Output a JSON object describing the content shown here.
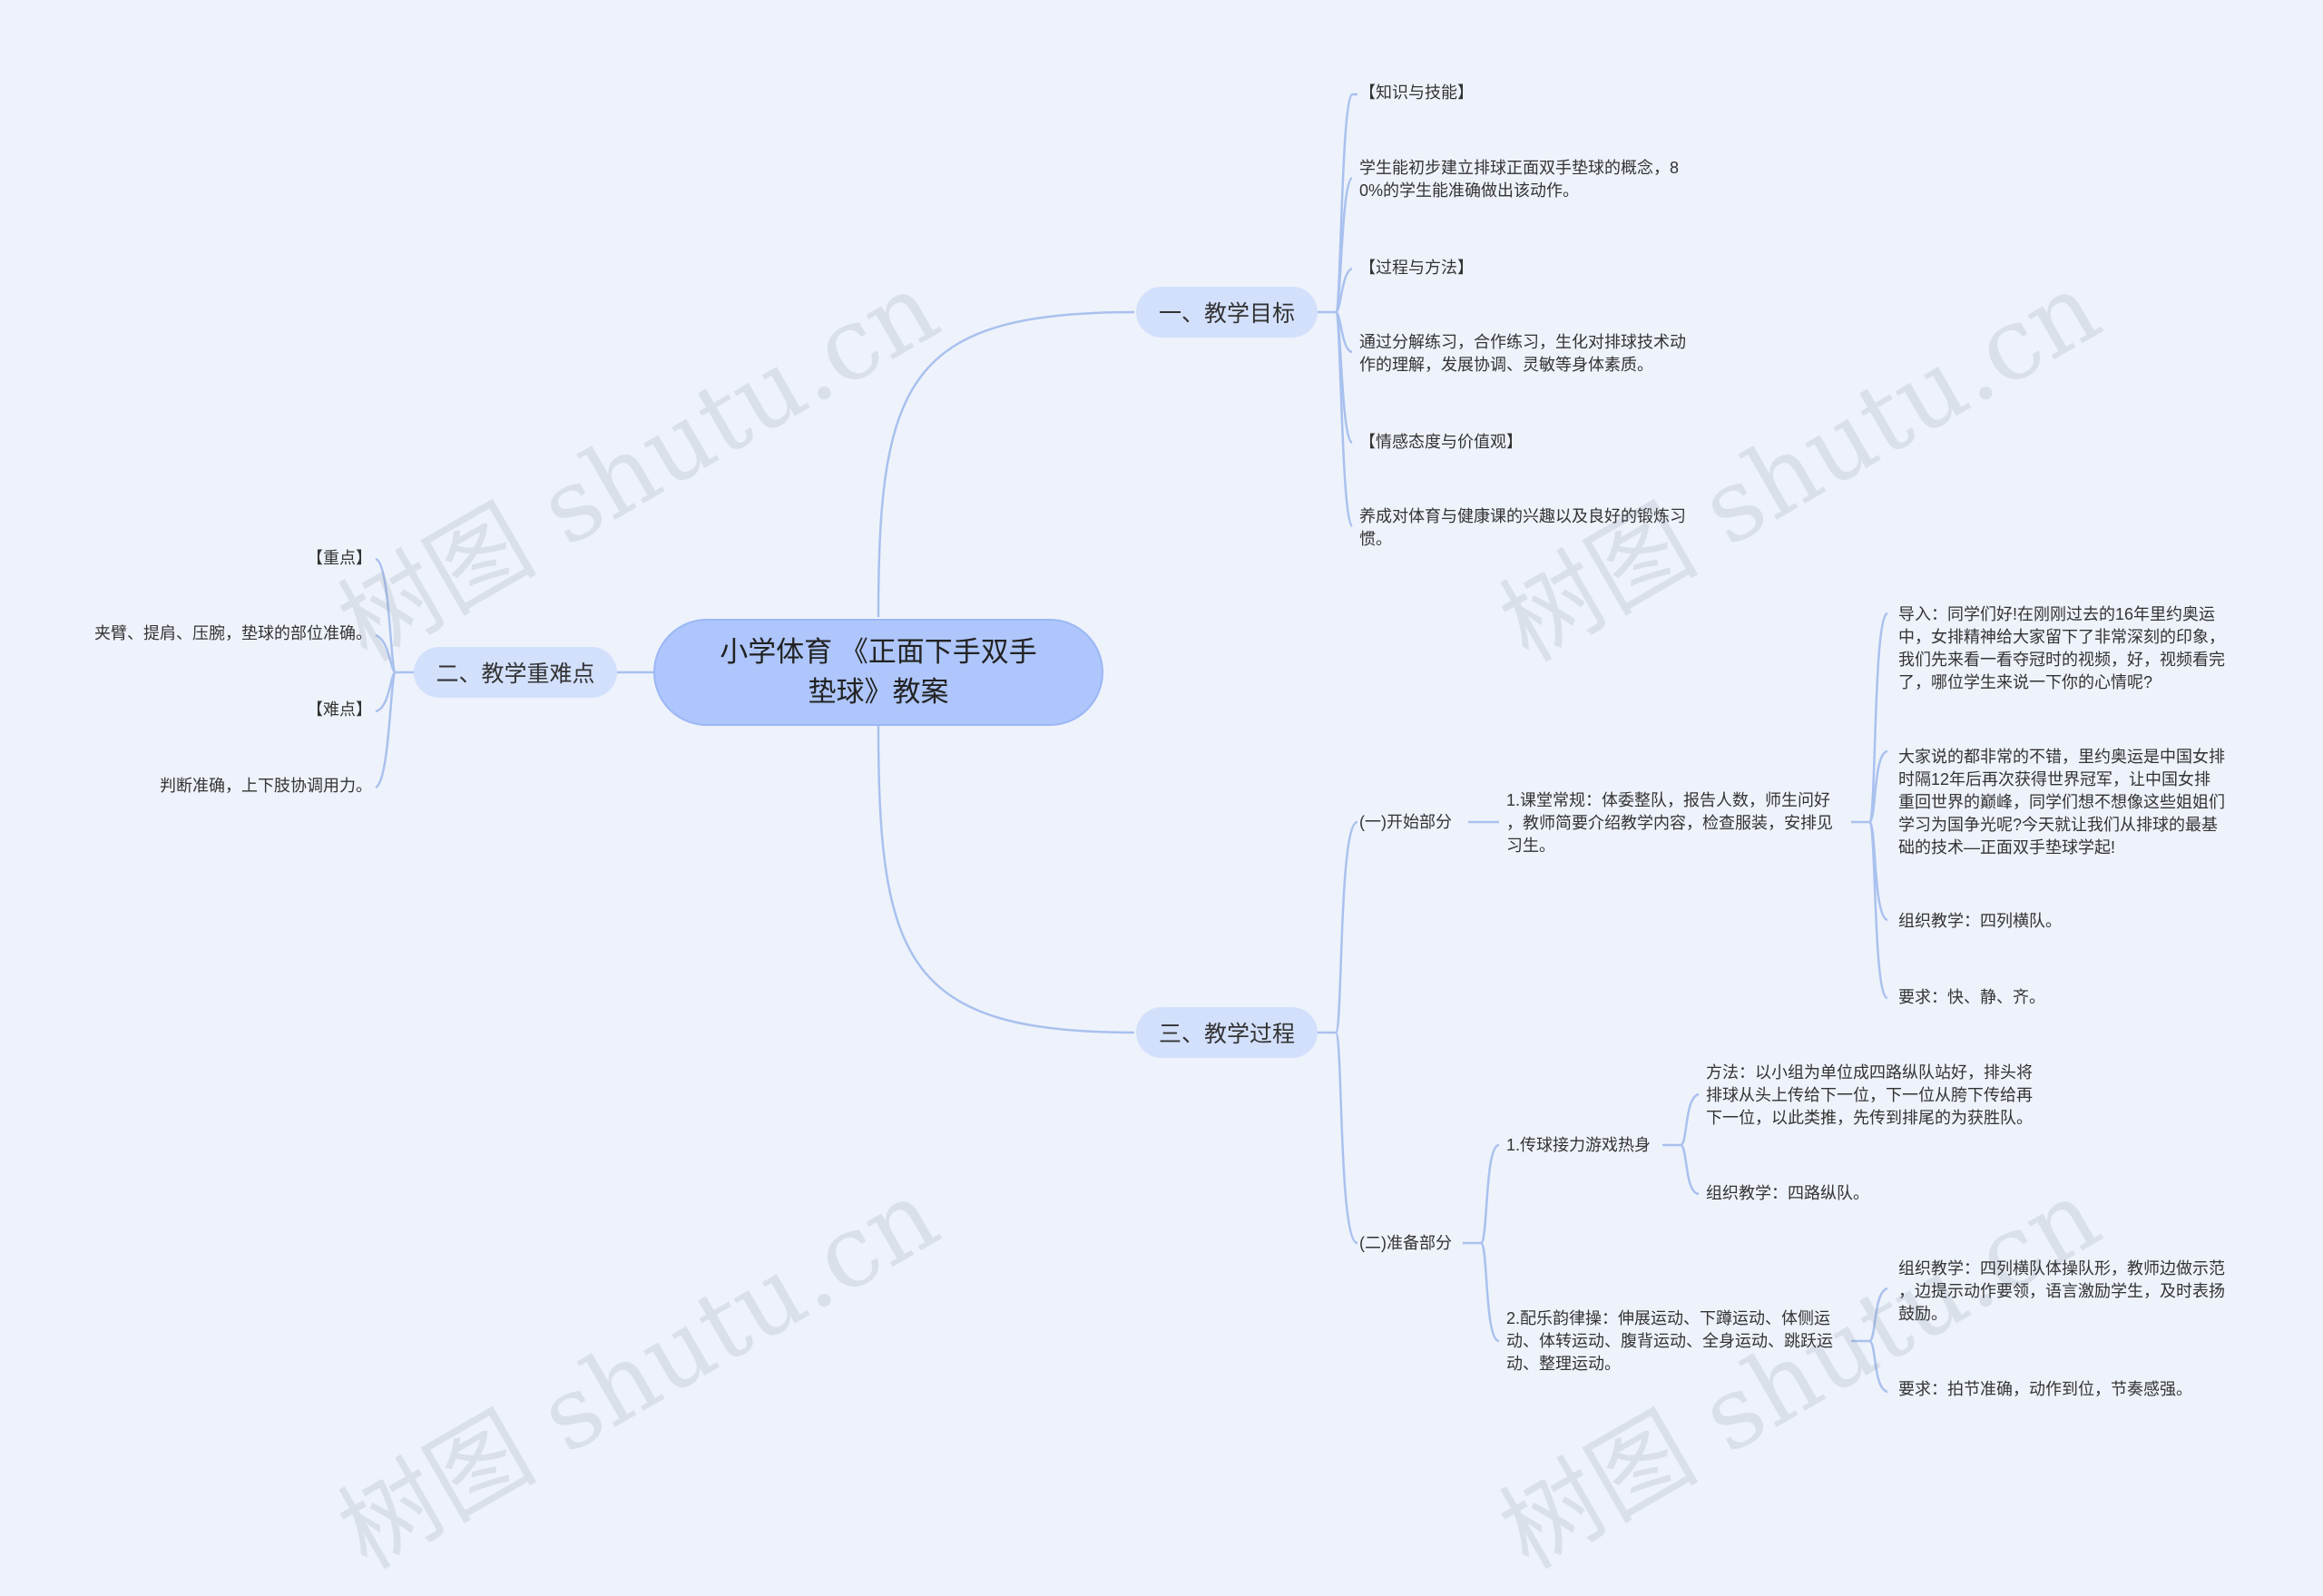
{
  "root": "小学体育 《正面下手双手垫球》教案",
  "branches": {
    "goals": "一、教学目标",
    "keypoints": "二、教学重难点",
    "process": "三、教学过程"
  },
  "goals": [
    "【知识与技能】",
    "学生能初步建立排球正面双手垫球的概念，8\n0%的学生能准确做出该动作。",
    "【过程与方法】",
    "通过分解练习，合作练习，生化对排球技术动\n作的理解，发展协调、灵敏等身体素质。",
    "【情感态度与价值观】",
    "养成对体育与健康课的兴趣以及良好的锻炼习\n惯。"
  ],
  "keypoints": [
    "【重点】",
    "夹臂、提肩、压腕，垫球的部位准确。",
    "【难点】",
    "判断准确，上下肢协调用力。"
  ],
  "process": {
    "start": {
      "label": "(一)开始部分",
      "item": "1.课堂常规：体委整队，报告人数，师生问好\n，教师简要介绍教学内容，检查服装，安排见\n习生。",
      "details": [
        "导入：同学们好!在刚刚过去的16年里约奥运\n中，女排精神给大家留下了非常深刻的印象，\n我们先来看一看夺冠时的视频，好，视频看完\n了，哪位学生来说一下你的心情呢?",
        "大家说的都非常的不错，里约奥运是中国女排\n时隔12年后再次获得世界冠军，让中国女排\n重回世界的巅峰，同学们想不想像这些姐姐们\n学习为国争光呢?今天就让我们从排球的最基\n础的技术—正面双手垫球学起!",
        "组织教学：四列横队。",
        "要求：快、静、齐。"
      ]
    },
    "prep": {
      "label": "(二)准备部分",
      "game": {
        "label": "1.传球接力游戏热身",
        "details": [
          "方法：以小组为单位成四路纵队站好，排头将\n排球从头上传给下一位，下一位从胯下传给再\n下一位，以此类推，先传到排尾的为获胜队。",
          "组织教学：四路纵队。"
        ]
      },
      "exercise": {
        "label": "2.配乐韵律操：伸展运动、下蹲运动、体侧运\n动、体转运动、腹背运动、全身运动、跳跃运\n动、整理运动。",
        "details": [
          "组织教学：四列横队体操队形，教师边做示范\n，边提示动作要领，语言激励学生，及时表扬\n鼓励。",
          "要求：拍节准确，动作到位，节奏感强。"
        ]
      }
    }
  },
  "watermark": "树图 shutu.cn",
  "colors": {
    "background": "#eef2fb",
    "root": "#aec6fb",
    "branch": "#d3e0fc",
    "line": "#a9c1ee"
  }
}
